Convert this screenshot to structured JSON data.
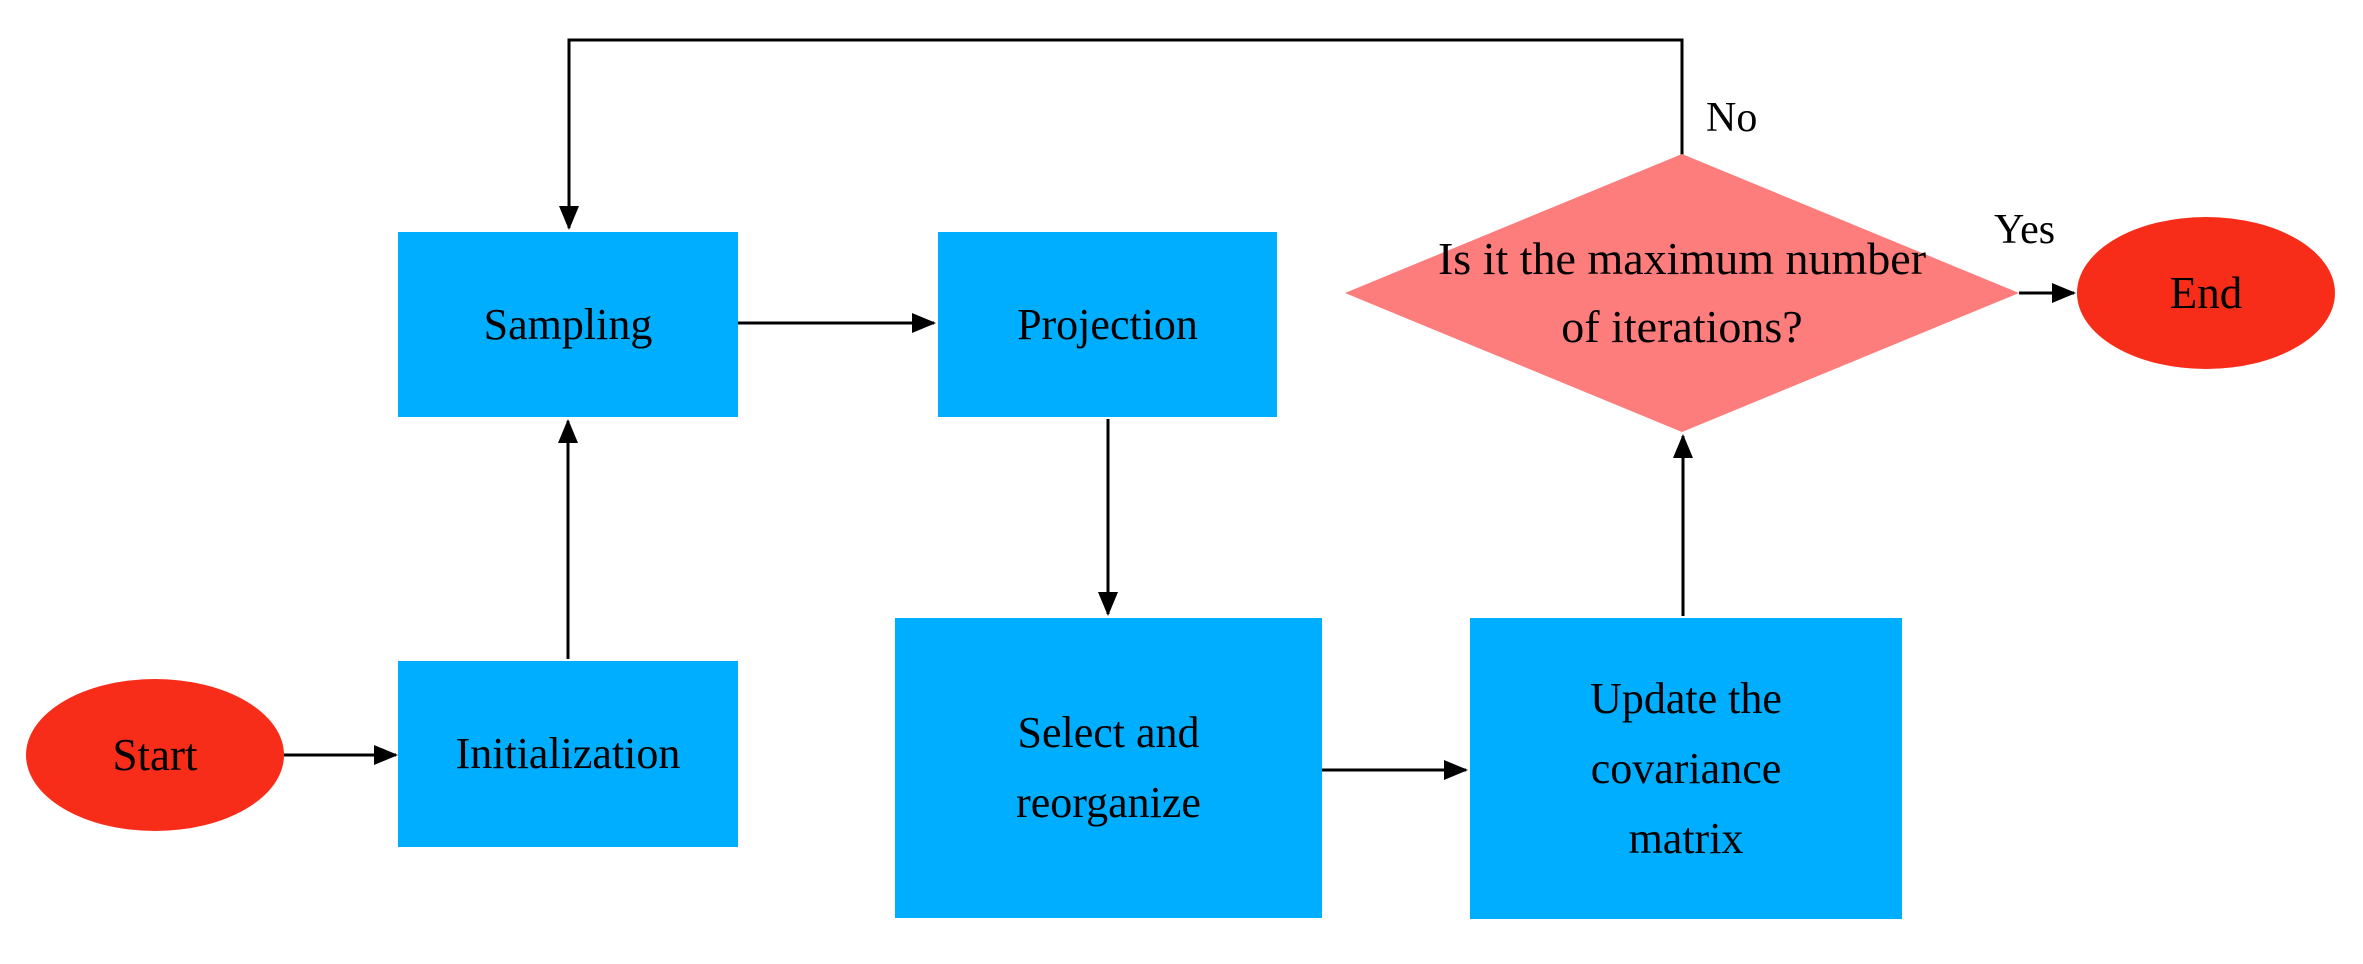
{
  "figure_type": "flowchart",
  "colors": {
    "process_fill": "#00AEFF",
    "terminator_fill": "#F82D19",
    "decision_fill": "#FD7C7C",
    "connector": "#000000",
    "label_text": "#000000",
    "background": "#FFFFFF"
  },
  "nodes": {
    "start": {
      "type": "terminator",
      "label": "Start"
    },
    "initialization": {
      "type": "process",
      "label": "Initialization"
    },
    "sampling": {
      "type": "process",
      "label": "Sampling"
    },
    "projection": {
      "type": "process",
      "label": "Projection"
    },
    "select_reorganize": {
      "type": "process",
      "label": "Select and reorganize",
      "lines": [
        "Select and",
        "reorganize"
      ]
    },
    "update_covariance": {
      "type": "process",
      "label": "Update the covariance matrix",
      "lines": [
        "Update the",
        "covariance",
        "matrix"
      ]
    },
    "decision": {
      "type": "decision",
      "label": "Is it the maximum number of iterations?",
      "lines": [
        "Is it the maximum number",
        "of iterations?"
      ]
    },
    "end": {
      "type": "terminator",
      "label": "End"
    }
  },
  "edges": [
    {
      "from": "start",
      "to": "initialization"
    },
    {
      "from": "initialization",
      "to": "sampling"
    },
    {
      "from": "sampling",
      "to": "projection"
    },
    {
      "from": "projection",
      "to": "select_reorganize"
    },
    {
      "from": "select_reorganize",
      "to": "update_covariance"
    },
    {
      "from": "update_covariance",
      "to": "decision"
    },
    {
      "from": "decision",
      "to": "end",
      "label": "Yes"
    },
    {
      "from": "decision",
      "to": "sampling",
      "label": "No"
    }
  ]
}
